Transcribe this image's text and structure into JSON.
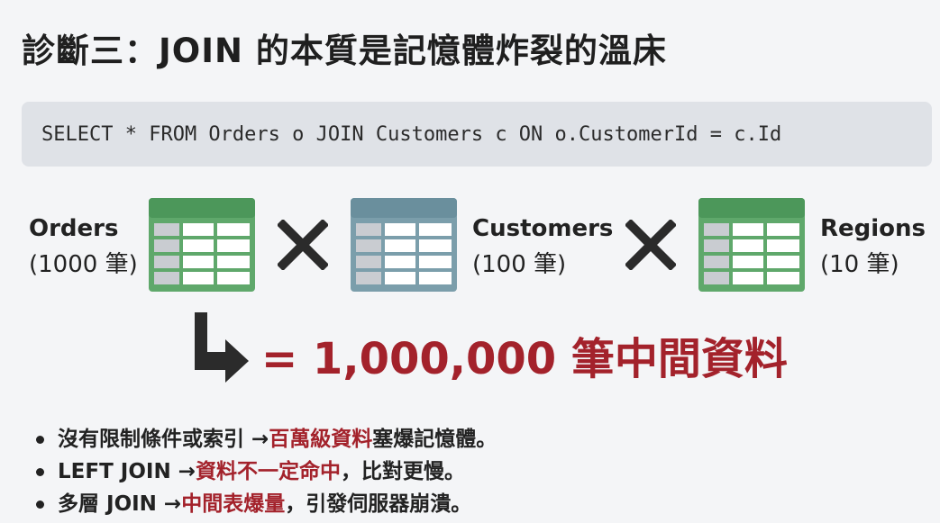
{
  "title": "診斷三：JOIN 的本質是記憶體炸裂的溫床",
  "code": "SELECT * FROM Orders o JOIN Customers c ON o.CustomerId = c.Id",
  "tables": [
    {
      "name": "Orders",
      "count": "(1000 筆)",
      "color": "#5fa86b"
    },
    {
      "name": "Customers",
      "count": "(100 筆)",
      "color": "#7b9eab"
    },
    {
      "name": "Regions",
      "count": "(10 筆)",
      "color": "#5fa86b"
    }
  ],
  "result": "= 1,000,000 筆中間資料",
  "bullets": [
    {
      "pre": "沒有限制條件或索引 → ",
      "highlight": "百萬級資料",
      "post": "塞爆記憶體。"
    },
    {
      "pre": "LEFT JOIN → ",
      "highlight": "資料不一定命中",
      "post": "，比對更慢。"
    },
    {
      "pre": "多層 JOIN → ",
      "highlight": "中間表爆量",
      "post": "，引發伺服器崩潰。"
    }
  ],
  "colors": {
    "accent_red": "#a3222b",
    "code_bg": "#dfe2e7",
    "icon_green": "#5fa86b",
    "icon_blue": "#7b9eab"
  }
}
